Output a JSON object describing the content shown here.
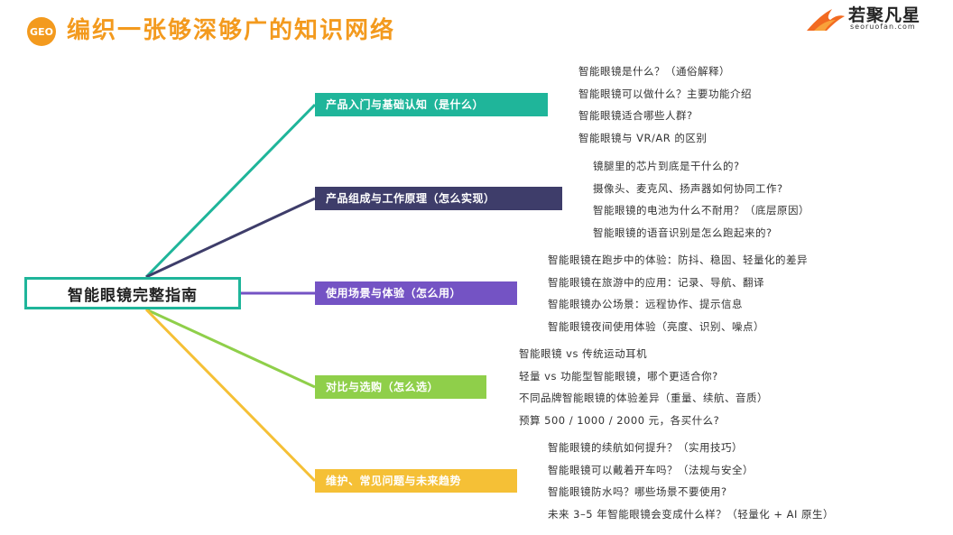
{
  "header": {
    "badge": "GEO",
    "title": "编织一张够深够广的知识网络",
    "accent_color": "#f39a1e"
  },
  "brand": {
    "name": "若聚凡星",
    "domain": "seoruofan.com",
    "icon": "star-flame-logo-icon"
  },
  "mindmap": {
    "root": "智能眼镜完整指南",
    "branches": [
      {
        "label": "产品入门与基础认知（是什么）",
        "color": "#1fb59a",
        "leaves": [
          "智能眼镜是什么？（通俗解释）",
          "智能眼镜可以做什么？主要功能介绍",
          "智能眼镜适合哪些人群?",
          "智能眼镜与 VR/AR 的区别"
        ]
      },
      {
        "label": "产品组成与工作原理（怎么实现）",
        "color": "#3e3d6a",
        "leaves": [
          "镜腿里的芯片到底是干什么的?",
          "摄像头、麦克风、扬声器如何协同工作?",
          "智能眼镜的电池为什么不耐用？（底层原因）",
          "智能眼镜的语音识别是怎么跑起来的?"
        ]
      },
      {
        "label": "使用场景与体验（怎么用）",
        "color": "#7453c4",
        "leaves": [
          "智能眼镜在跑步中的体验：防抖、稳固、轻量化的差异",
          "智能眼镜在旅游中的应用：记录、导航、翻译",
          "智能眼镜办公场景：远程协作、提示信息",
          "智能眼镜夜间使用体验（亮度、识别、噪点）"
        ]
      },
      {
        "label": "对比与选购（怎么选）",
        "color": "#8fcf4a",
        "leaves": [
          "智能眼镜 vs 传统运动耳机",
          "轻量 vs 功能型智能眼镜，哪个更适合你?",
          "不同品牌智能眼镜的体验差异（重量、续航、音质）",
          "预算 500 / 1000 / 2000 元，各买什么?"
        ]
      },
      {
        "label": "维护、常见问题与未来趋势",
        "color": "#f5c036",
        "leaves": [
          "智能眼镜的续航如何提升？（实用技巧）",
          "智能眼镜可以戴着开车吗？（法规与安全）",
          "智能眼镜防水吗？哪些场景不要使用?",
          "未来 3–5 年智能眼镜会变成什么样？（轻量化 + AI 原生）"
        ]
      }
    ]
  }
}
